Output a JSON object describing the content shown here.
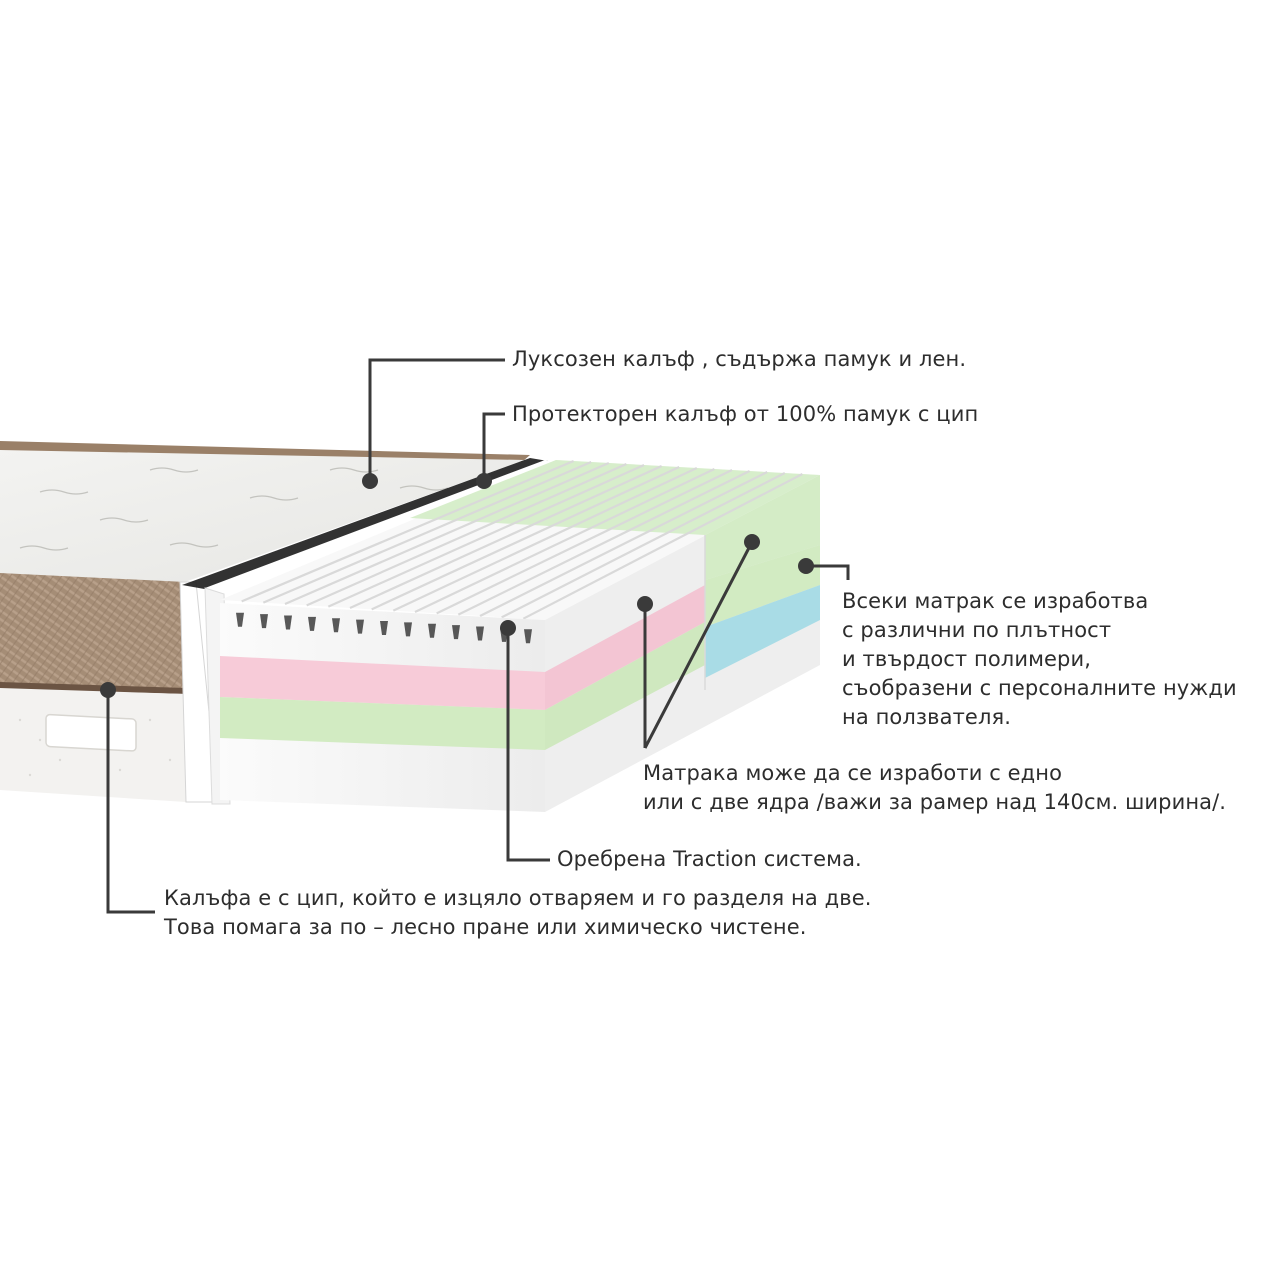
{
  "callouts": {
    "luxury_cover": "Луксозен калъф , съдържа памук и лен.",
    "protector_cover": "Протекторен калъф от 100% памук с цип",
    "polymers": {
      "line1": "Всеки матрак се изработва",
      "line2": "с различни по плътност",
      "line3": "и твърдост полимери,",
      "line4": "съобразени с персоналните нужди",
      "line5": "на ползвателя."
    },
    "cores": {
      "line1": "Матрака може да се изработи с едно",
      "line2": "или с две ядра /важи за рамер над 140см. ширина/."
    },
    "traction": "Оребрена Traction система.",
    "zipper": {
      "line1": "Калъфа е с цип, който е изцяло отваряем и го разделя на две.",
      "line2": "Това помага за по – лесно пране или химическо чистене."
    }
  },
  "colors": {
    "cover_brown": "#a38b74",
    "cover_top": "#eeeeec",
    "layer_green": "#cfe9bf",
    "layer_pink": "#f6c9d6",
    "layer_blue": "#a9dce6",
    "leader_line": "#3a3a3a"
  }
}
